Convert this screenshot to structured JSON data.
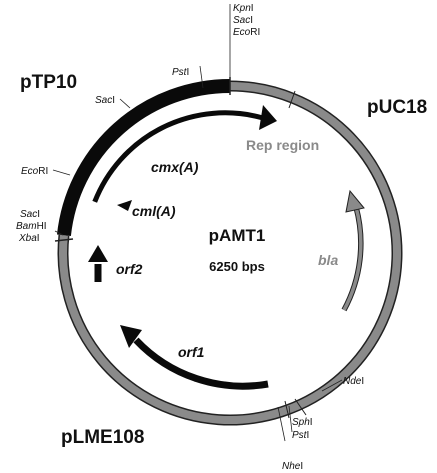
{
  "plasmid": {
    "name": "pAMT1",
    "size": "6250 bps"
  },
  "segments": {
    "ptp10": "pTP10",
    "puc18": "pUC18",
    "plme108": "pLME108",
    "rep_region": "Rep region"
  },
  "genes": {
    "cmxA": "cmx(A)",
    "cmlA": "cml(A)",
    "orf2": "orf2",
    "orf1": "orf1",
    "bla": "bla"
  },
  "sites": {
    "kpn": {
      "italic": "Kpn",
      "roman": "I"
    },
    "sac_top": {
      "italic": "Sac",
      "roman": "I"
    },
    "ecori_top": {
      "italic": "Eco",
      "roman": "RI"
    },
    "pst_top": {
      "italic": "Pst",
      "roman": "I"
    },
    "sac_left": {
      "italic": "Sac",
      "roman": "I"
    },
    "ecori_left": {
      "italic": "Eco",
      "roman": "RI"
    },
    "sac_low": {
      "italic": "Sac",
      "roman": "I"
    },
    "bam": {
      "italic": "Bam",
      "roman": "HI"
    },
    "xba": {
      "italic": "Xba",
      "roman": "I"
    },
    "nde": {
      "italic": "Nde",
      "roman": "I"
    },
    "sph": {
      "italic": "Sph",
      "roman": "I"
    },
    "pst_bottom": {
      "italic": "Pst",
      "roman": "I"
    },
    "nhe": {
      "italic": "Nhe",
      "roman": "I"
    }
  },
  "colors": {
    "backbone": "#8a8a8a",
    "insert": "#0a0a0a",
    "outline": "#222222",
    "bla_arrow": "#8a8a8a",
    "gene_arrow": "#0a0a0a"
  }
}
